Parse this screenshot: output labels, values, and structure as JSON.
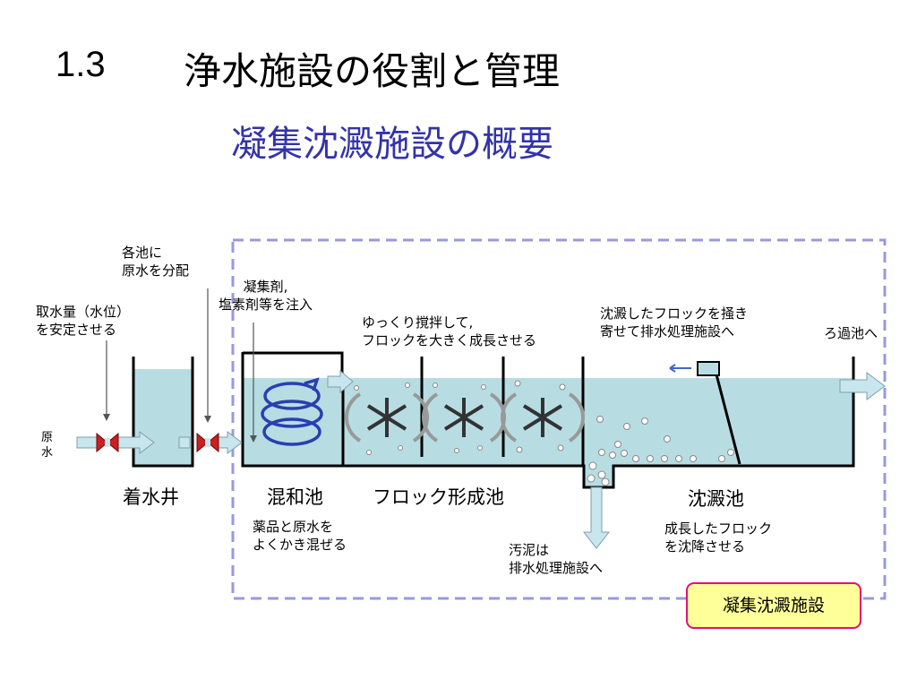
{
  "header": {
    "number": "1.3",
    "title": "浄水施設の役割と管理",
    "subtitle": "凝集沈澱施設の概要"
  },
  "labels": {
    "distribute": "各池に\n原水を分配",
    "coagulant": "凝集剤,\n塩素剤等を注入",
    "intake": "取水量（水位）\nを安定させる",
    "raw_water": "原\n水",
    "slow_stir": "ゆっくり撹拌して,\nフロックを大きく成長させる",
    "scrape": "沈澱したフロックを掻き\n寄せて排水処理施設へ",
    "to_filter": "ろ過池へ",
    "receiving_well": "着水井",
    "mixing_basin": "混和池",
    "floc_basin": "フロック形成池",
    "sedimentation_basin": "沈澱池",
    "mixing_desc": "薬品と原水を\nよくかき混ぜる",
    "sludge": "汚泥は\n排水処理施設へ",
    "settle_desc": "成長したフロック\nを沈降させる",
    "facility_badge": "凝集沈澱施設"
  },
  "colors": {
    "water": "#b7dde3",
    "arrow": "#c8e6ee",
    "valve": "#cc1f1f",
    "dashed_frame": "#9999dd",
    "spiral": "#2a3fae",
    "subtitle": "#3333aa",
    "badge_fill": "#ffff99",
    "badge_border": "#e0107a"
  }
}
